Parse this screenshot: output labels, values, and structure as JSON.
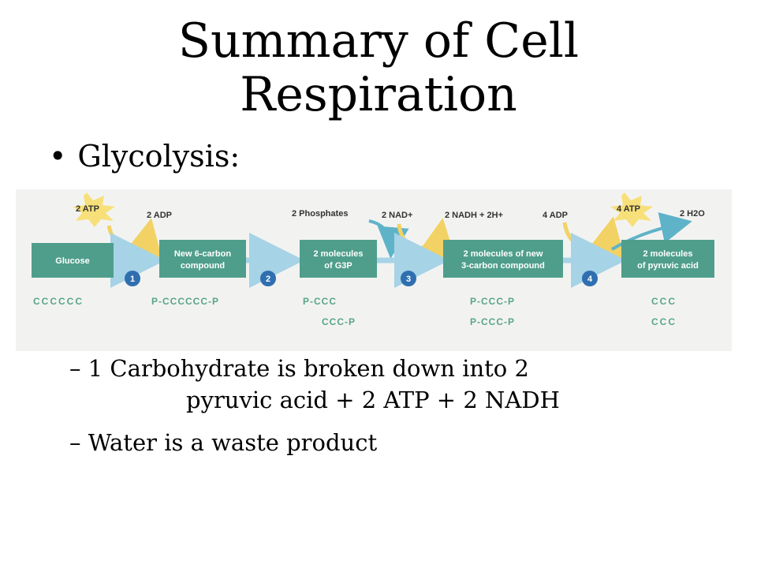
{
  "slide": {
    "title_line1": "Summary of Cell",
    "title_line2": "Respiration",
    "bullet_char": "•",
    "bullet_text": "Glycolysis:",
    "sub_items": [
      {
        "dash": "–",
        "line1": "1 Carbohydrate is broken down into 2",
        "line2": "pyruvic acid + 2 ATP + 2 NADH"
      },
      {
        "dash": "–",
        "line1": "Water is a waste product"
      }
    ]
  },
  "diagram": {
    "boxes": [
      [
        "Glucose"
      ],
      [
        "New 6-carbon",
        "compound"
      ],
      [
        "2 molecules",
        "of G3P"
      ],
      [
        "2 molecules of new",
        "3-carbon compound"
      ],
      [
        "2 molecules",
        "of pyruvic acid"
      ]
    ],
    "steps": [
      "1",
      "2",
      "3",
      "4"
    ],
    "inputs": {
      "atp_in": "2 ATP",
      "adp_out": "2 ADP",
      "phosphates": "2 Phosphates",
      "nad": "2 NAD+",
      "nadh": "2 NADH + 2H+",
      "adp_in": "4 ADP",
      "atp_out": "4 ATP",
      "water": "2 H2O"
    },
    "carbon_rows": {
      "glucose": "CCCCCC",
      "six_carbon": "P-CCCCCC-P",
      "g3p_1": "P-CCC",
      "g3p_2": "CCC-P",
      "three_carbon_1": "P-CCC-P",
      "three_carbon_2": "P-CCC-P",
      "pyruvic_1": "CCC",
      "pyruvic_2": "CCC"
    },
    "colors": {
      "background": "#f2f3f1",
      "box": "#4f9e8b",
      "step_circle": "#2f6fb0",
      "carbon_bead": "#7fc3ad",
      "arrow_main": "#a6d3e6",
      "arrow_curve_yellow": "#f2d264",
      "arrow_curve_teal": "#5fb3c8",
      "burst": "#f7e07a"
    }
  }
}
